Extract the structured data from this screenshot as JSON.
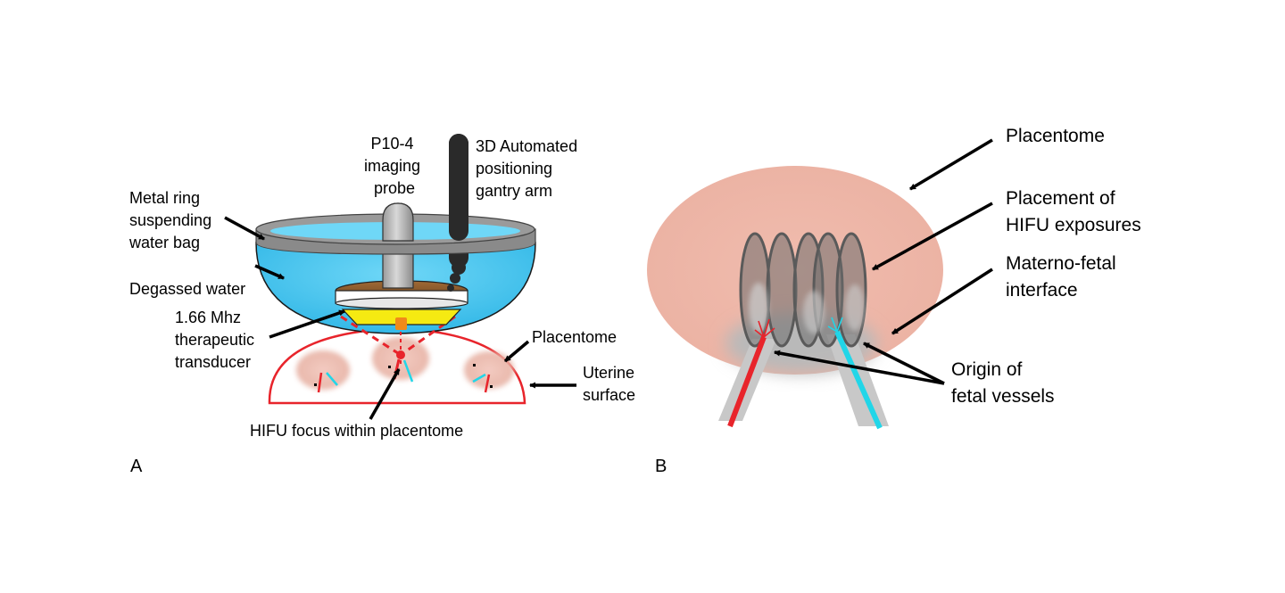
{
  "panel_a": {
    "letter": "A",
    "labels": {
      "metal_ring": [
        "Metal ring",
        "suspending",
        "water bag"
      ],
      "degassed_water": [
        "Degassed water"
      ],
      "transducer": [
        "1.66 Mhz",
        "therapeutic",
        "transducer"
      ],
      "probe": [
        "P10-4",
        "imaging",
        "probe"
      ],
      "gantry": [
        "3D Automated",
        "positioning",
        "gantry arm"
      ],
      "placentome": [
        "Placentome"
      ],
      "uterine": [
        "Uterine",
        "surface"
      ],
      "hifu_focus": [
        "HIFU focus within placentome"
      ]
    }
  },
  "panel_b": {
    "letter": "B",
    "labels": {
      "placentome": [
        "Placentome"
      ],
      "exposures": [
        "Placement of",
        "HIFU exposures"
      ],
      "interface": [
        "Materno-fetal",
        "interface"
      ],
      "vessels": [
        "Origin of",
        "fetal vessels"
      ]
    }
  },
  "colors": {
    "water": "#43c6f2",
    "ring": "#8a8a8a",
    "placentome_tissue": "#efb9ab",
    "uterine_outline": "#e8242b",
    "artery": "#e8242b",
    "vein": "#21d6e8",
    "transducer_face": "#f5ea12",
    "transducer_housing": "#8a5a2c",
    "focus": "#f08a1a"
  }
}
